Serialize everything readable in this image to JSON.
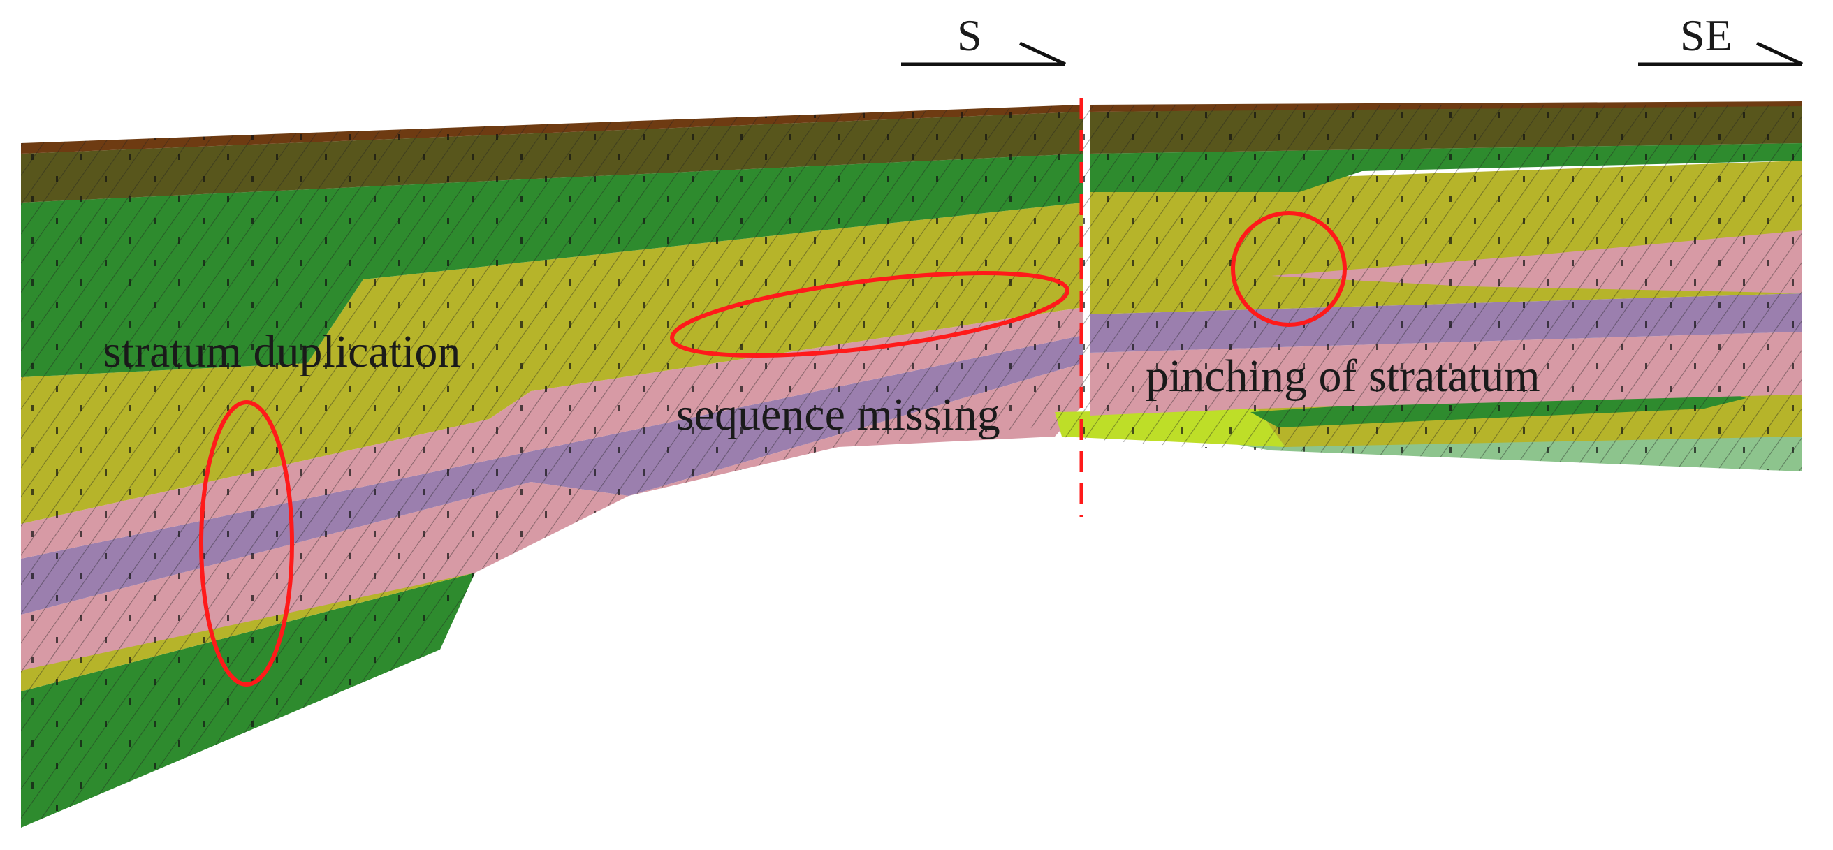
{
  "directions": {
    "left": "S",
    "right": "SE"
  },
  "annotations": {
    "duplication": "stratum duplication",
    "missing": "sequence missing",
    "pinching": "pinching of stratatum"
  },
  "colors": {
    "soil": "#6e3b12",
    "olive": "#58561c",
    "green": "#2e8b2e",
    "yellow": "#b6b42a",
    "pink": "#d79aa5",
    "purple": "#9b7fae",
    "lime": "#bede28",
    "pale_green": "#8dc48d",
    "annotation_red": "#ff1a1a",
    "hatch": "#1f1f1f"
  },
  "markers": {
    "fault_line": "dashed-red-vertical",
    "highlight_shapes": [
      "ellipse-vertical",
      "ellipse-horizontal",
      "circle"
    ]
  }
}
